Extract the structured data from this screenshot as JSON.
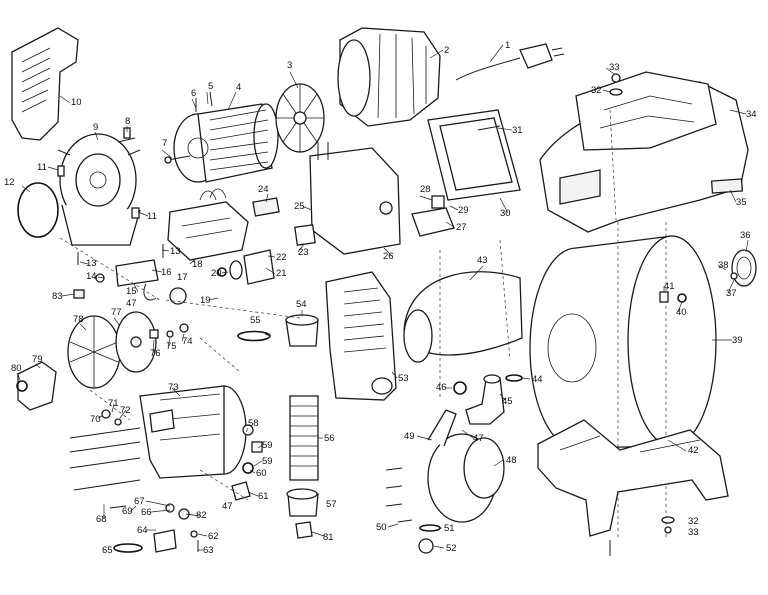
{
  "labels": [
    "1",
    "2",
    "3",
    "4",
    "5",
    "6",
    "7",
    "8",
    "9",
    "10",
    "11",
    "12",
    "13",
    "14",
    "15",
    "16",
    "17",
    "18",
    "19",
    "20",
    "21",
    "22",
    "23",
    "24",
    "25",
    "26",
    "27",
    "28",
    "29",
    "30",
    "31",
    "32",
    "33",
    "34",
    "35",
    "36",
    "37",
    "38",
    "39",
    "40",
    "41",
    "42",
    "43",
    "44",
    "45",
    "46",
    "47",
    "48",
    "49",
    "50",
    "51",
    "52",
    "53",
    "54",
    "55",
    "56",
    "57",
    "58",
    "59",
    "60",
    "61",
    "62",
    "63",
    "64",
    "65",
    "66",
    "67",
    "68",
    "69",
    "70",
    "71",
    "72",
    "73",
    "74",
    "75",
    "76",
    "77",
    "78",
    "79",
    "80",
    "81",
    "82",
    "83"
  ],
  "duplicate_labels": {
    "11": "11",
    "13": "13",
    "32": "32",
    "33": "33",
    "47": "47",
    "59": "59"
  }
}
